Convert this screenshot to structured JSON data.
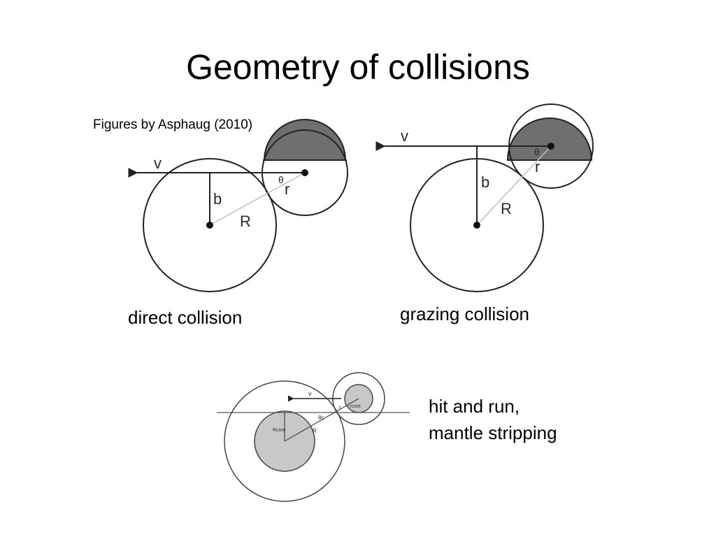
{
  "slide": {
    "title": "Geometry of collisions",
    "credit": "Figures by Asphaug (2010)"
  },
  "figures": {
    "direct": {
      "caption": "direct collision",
      "labels": {
        "v": "v",
        "b": "b",
        "R": "R",
        "r": "r",
        "theta": "θ"
      }
    },
    "grazing": {
      "caption": "grazing collision",
      "labels": {
        "v": "v",
        "b": "b",
        "R": "R",
        "r": "r",
        "theta": "θ"
      }
    },
    "hit_and_run": {
      "caption_line1": "hit and run,",
      "caption_line2": "mantle stripping",
      "labels": {
        "v": "v",
        "R_core": "Rcore",
        "r_core": "rcore",
        "R": "R",
        "r": "r",
        "theta": "θc"
      }
    }
  },
  "colors": {
    "mantle_dark": "#6f6f6f",
    "core_gray": "#c8c8c8",
    "line": "#222222"
  }
}
